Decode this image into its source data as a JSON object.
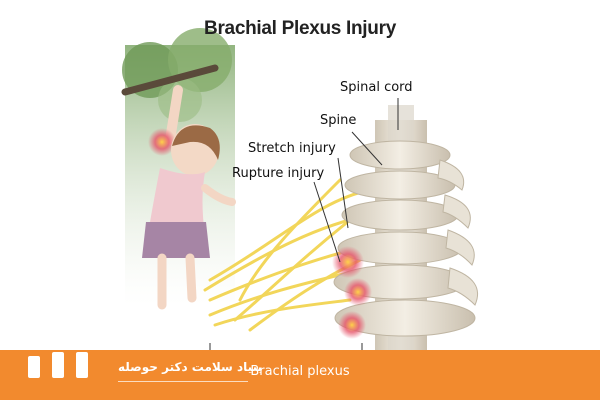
{
  "title": "Brachial Plexus Injury",
  "labels": {
    "spinal_cord": "Spinal cord",
    "spine": "Spine",
    "stretch_injury": "Stretch injury",
    "rupture_injury": "Rupture injury",
    "brachial_plexus": "Brachial plexus"
  },
  "banner": {
    "brand_name": "بنیاد سلامت دکتر حوصله",
    "color": "#f28a2e"
  },
  "colors": {
    "nerve": "#f2d65a",
    "bone": "#e8e2d6",
    "injury_glow": "#e6546a"
  }
}
